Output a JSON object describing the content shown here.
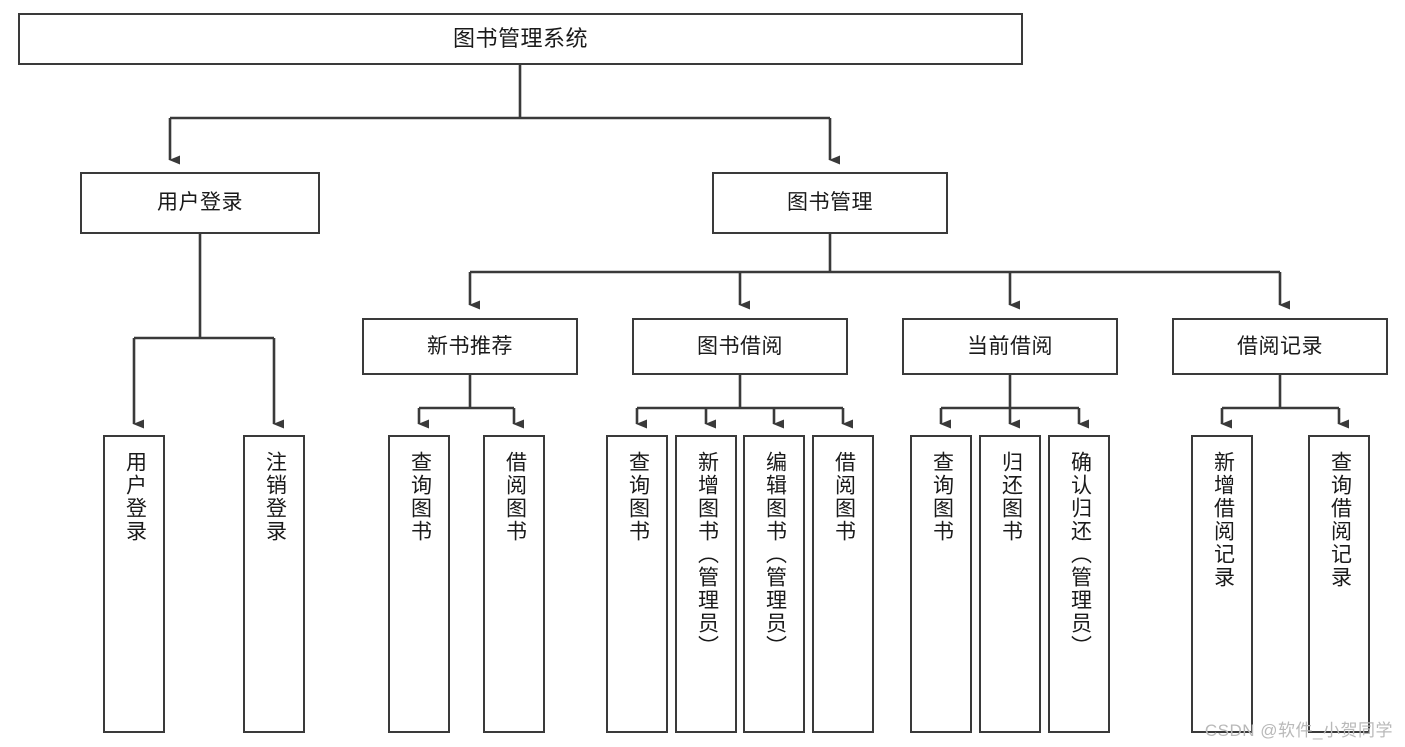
{
  "diagram": {
    "type": "tree-hierarchy",
    "title": "图书管理系统",
    "root": {
      "label": "图书管理系统"
    },
    "level2": [
      {
        "label": "用户登录"
      },
      {
        "label": "图书管理"
      }
    ],
    "level3": [
      {
        "label": "新书推荐"
      },
      {
        "label": "图书借阅"
      },
      {
        "label": "当前借阅"
      },
      {
        "label": "借阅记录"
      }
    ],
    "leaves": {
      "user_login": [
        {
          "label": "用户登录"
        },
        {
          "label": "注销登录"
        }
      ],
      "new_book_recommend": [
        {
          "label": "查询图书"
        },
        {
          "label": "借阅图书"
        }
      ],
      "book_borrow": [
        {
          "label": "查询图书"
        },
        {
          "label": "新增图书（管理员）"
        },
        {
          "label": "编辑图书（管理员）"
        },
        {
          "label": "借阅图书"
        }
      ],
      "current_borrow": [
        {
          "label": "查询图书"
        },
        {
          "label": "归还图书"
        },
        {
          "label": "确认归还（管理员）"
        }
      ],
      "borrow_record": [
        {
          "label": "新增借阅记录"
        },
        {
          "label": "查询借阅记录"
        }
      ]
    },
    "watermark": "CSDN @软件_小贺同学",
    "colors": {
      "box_border": "#3a3a3a",
      "box_fill": "#ffffff",
      "line": "#3a3a3a",
      "text": "#1a1a1a",
      "watermark": "#b9b9b9",
      "background": "#ffffff"
    }
  }
}
